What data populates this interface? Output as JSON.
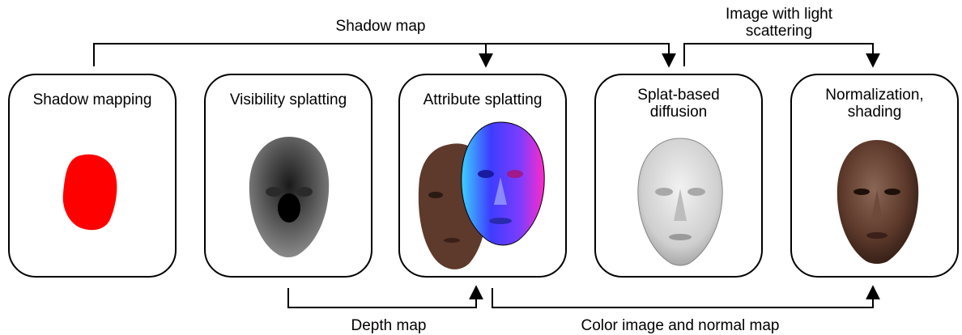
{
  "stages": [
    {
      "id": "shadow-mapping",
      "title": "Shadow mapping"
    },
    {
      "id": "visibility-splatting",
      "title": "Visibility splatting"
    },
    {
      "id": "attribute-splatting",
      "title": "Attribute splatting"
    },
    {
      "id": "splat-based-diffusion",
      "title": "Splat-based\ndiffusion"
    },
    {
      "id": "normalization-shading",
      "title": "Normalization,\nshading"
    }
  ],
  "connections": {
    "shadow_map": "Shadow map",
    "image_with_light_scattering": "Image with light\nscattering",
    "depth_map": "Depth map",
    "color_image_and_normal_map": "Color image and normal map"
  },
  "colors": {
    "shadow_blob": "#ff0000",
    "skin": "#5e3a2c",
    "normal_map_blue": "#3d3dff",
    "normal_map_magenta": "#ff2ac8",
    "diffusion_gray": "#d8d8d8"
  }
}
